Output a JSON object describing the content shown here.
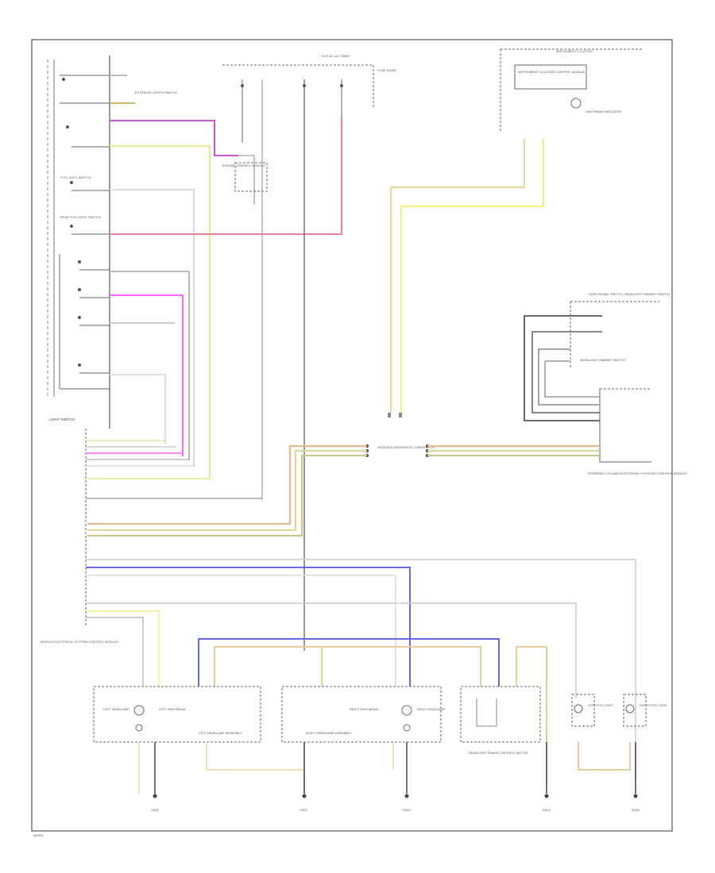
{
  "diagram_id": "W1001",
  "fuse_block_title": "HOT AT ALL TIMES",
  "fuse_panel": "FUSE PANEL",
  "instrument_cluster_header": "INSTRUMENT CLUSTER",
  "instrument_cluster_box": "INSTRUMENT CLUSTER CONTROL MODULE",
  "panel_dimmer": "HIGH BEAM INDICATOR",
  "light_switch": "LIGHT SWITCH",
  "exterior_lights_switch": "EXTERIOR LIGHTS SWITCH",
  "engine_control": "ENGINE CONTROL MODULE",
  "fog_light_switch": "FOG LIGHT SWITCH",
  "rear_fog_switch": "REAR FOG LIGHT SWITCH",
  "data_bus_connector": "DATA BUS DIAGNOSTIC CONNECTOR",
  "turn_signal_switch": "TURN SIGNAL SWITCH, HEADLIGHT DIMMER SWITCH",
  "headlight_dimmer_switch": "HEADLIGHT DIMMER SWITCH",
  "steering_column_module": "STEERING COLUMN ELECTRONIC SYSTEMS CONTROL MODULE",
  "vehicle_electrical_module": "VEHICLE ELECTRICAL SYSTEM CONTROL MODULE",
  "left_headlamp": "LEFT HEADLAMP",
  "left_high_beam": "LEFT HIGH BEAM",
  "right_high_beam": "RIGHT HIGH BEAM",
  "right_headlamp": "RIGHT HEADLAMP",
  "left_headlamp_assembly": "LEFT HEADLAMP ASSEMBLY",
  "right_headlamp_assembly": "RIGHT HEADLAMP ASSEMBLY",
  "headlight_range_control": "HEADLIGHT RANGE CONTROL MOTOR",
  "left_fog_light": "LEFT FOG LIGHT",
  "right_fog_light": "RIGHT FOG LIGHT",
  "grounds": [
    "G301",
    "G302",
    "G303",
    "G304",
    "G305"
  ]
}
